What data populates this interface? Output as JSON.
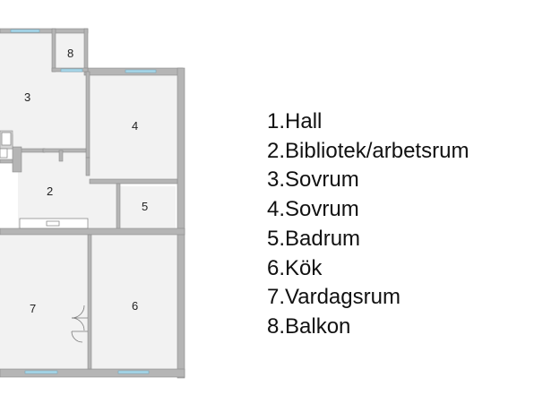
{
  "plan": {
    "room_numbers": [
      "8",
      "3",
      "4",
      "2",
      "5",
      "7",
      "6"
    ]
  },
  "legend": {
    "items": [
      "1.Hall",
      "2.Bibliotek/arbetsrum",
      "3.Sovrum",
      "4.Sovrum",
      "5.Badrum",
      "6.Kök",
      "7.Vardagsrum",
      "8.Balkon"
    ]
  },
  "colors": {
    "wall": "#b5b5b5",
    "wall_edge": "#8c8c8c",
    "floor": "#f2f2f2",
    "window": "#a9d8ea",
    "text": "#111111"
  }
}
